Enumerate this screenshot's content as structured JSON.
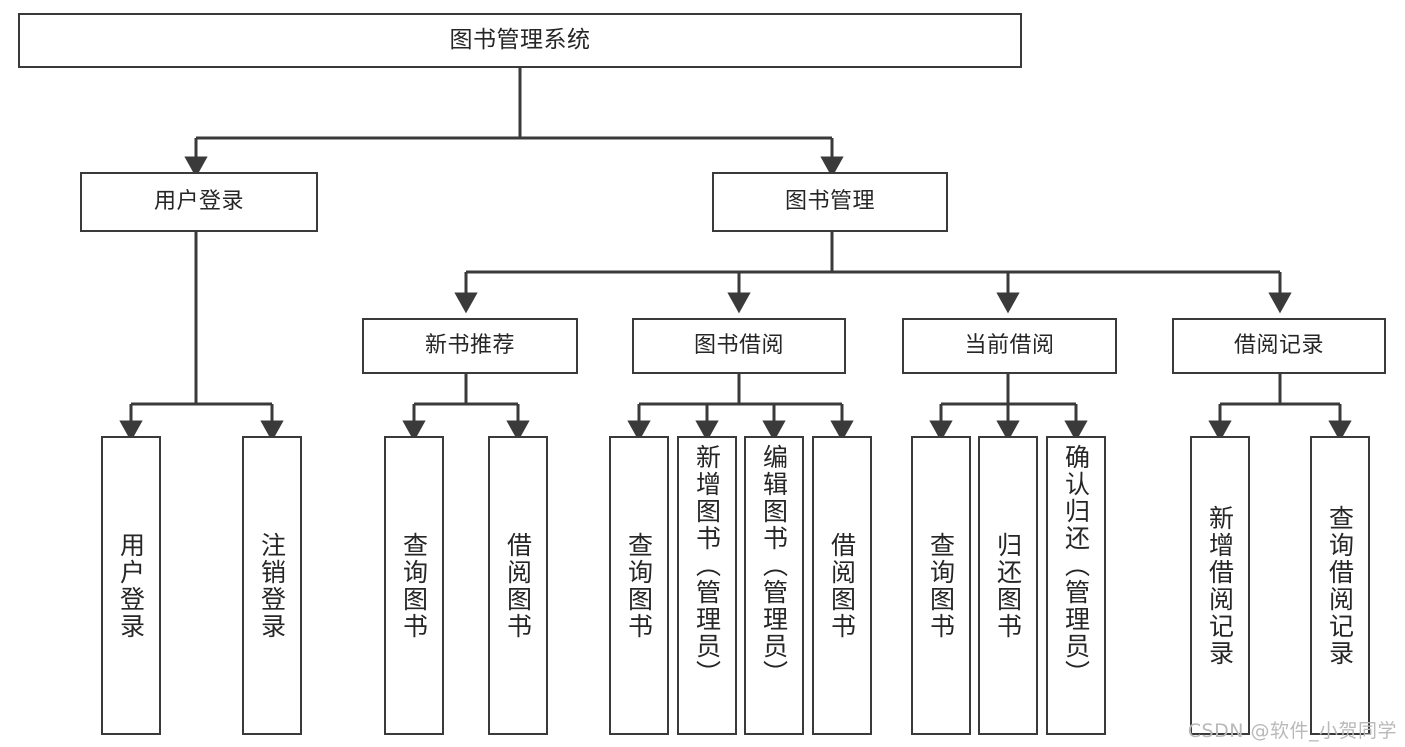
{
  "diagram": {
    "type": "tree",
    "title": "图书管理系统",
    "watermark": "CSDN @软件_小贺同学",
    "colors": {
      "stroke": "#3a3a3a",
      "fill": "#ffffff",
      "text": "#262626",
      "watermark": "#b9b9b9"
    },
    "nodes": {
      "root": {
        "label": "图书管理系统"
      },
      "level2": [
        {
          "id": "user-login",
          "label": "用户登录"
        },
        {
          "id": "book-manage",
          "label": "图书管理"
        }
      ],
      "level3": [
        {
          "id": "new-book-recommend",
          "label": "新书推荐"
        },
        {
          "id": "book-borrow",
          "label": "图书借阅"
        },
        {
          "id": "current-borrow",
          "label": "当前借阅"
        },
        {
          "id": "borrow-record",
          "label": "借阅记录"
        }
      ],
      "leaves": {
        "user_login": [
          {
            "id": "leaf-user-login",
            "label": "用户登录"
          },
          {
            "id": "leaf-logout",
            "label": "注销登录"
          }
        ],
        "new_book_recommend": [
          {
            "id": "leaf-query-book-1",
            "label": "查询图书"
          },
          {
            "id": "leaf-borrow-book-1",
            "label": "借阅图书"
          }
        ],
        "book_borrow": [
          {
            "id": "leaf-query-book-2",
            "label": "查询图书"
          },
          {
            "id": "leaf-add-book",
            "label": "新增图书（管理员）"
          },
          {
            "id": "leaf-edit-book",
            "label": "编辑图书（管理员）"
          },
          {
            "id": "leaf-borrow-book-2",
            "label": "借阅图书"
          }
        ],
        "current_borrow": [
          {
            "id": "leaf-query-book-3",
            "label": "查询图书"
          },
          {
            "id": "leaf-return-book",
            "label": "归还图书"
          },
          {
            "id": "leaf-confirm-return",
            "label": "确认归还（管理员）"
          }
        ],
        "borrow_record": [
          {
            "id": "leaf-add-record",
            "label": "新增借阅记录"
          },
          {
            "id": "leaf-query-record",
            "label": "查询借阅记录"
          }
        ]
      }
    }
  }
}
